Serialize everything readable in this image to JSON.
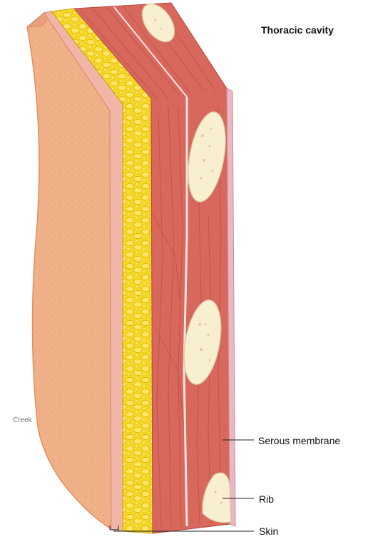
{
  "title": "Thoracic cavity",
  "labels": {
    "serous_membrane": "Serous membrane",
    "rib": "Rib",
    "skin": "Skin"
  },
  "artist_credit": "Creek",
  "colors": {
    "skin_surface": "#f0b088",
    "fat_layer": "#f7d823",
    "muscle": "#d9685c",
    "rib_bone": "#f8eed0",
    "serous_membrane": "#e9b8c2",
    "leader_line": "#222222"
  }
}
